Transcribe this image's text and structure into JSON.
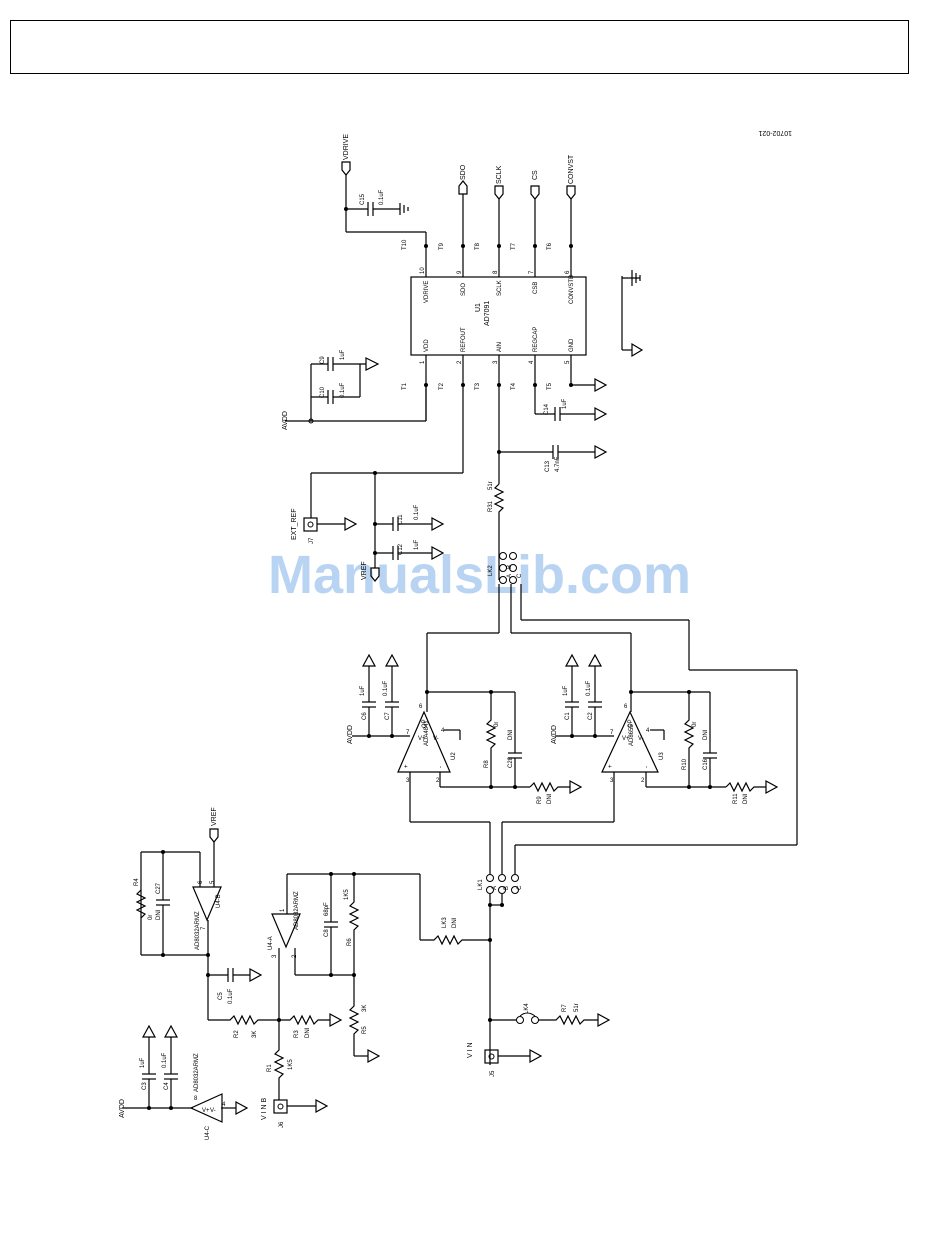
{
  "figure_code": "10702-021",
  "watermark": "ManualsLib.com",
  "u1": {
    "ref": "U1",
    "part": "AD7091",
    "top_pins": [
      {
        "num": "10",
        "name": "VDRIVE",
        "test": "T10"
      },
      {
        "num": "9",
        "name": "SDO",
        "test": "T9"
      },
      {
        "num": "8",
        "name": "SCLK",
        "test": "T8"
      },
      {
        "num": "7",
        "name": "CSB",
        "test": "T7"
      },
      {
        "num": "6",
        "name": "CONVSTB",
        "test": "T6"
      }
    ],
    "bottom_pins": [
      {
        "num": "1",
        "name": "VDD",
        "test": "T1"
      },
      {
        "num": "2",
        "name": "REFOUT",
        "test": "T2"
      },
      {
        "num": "3",
        "name": "AIN",
        "test": "T3"
      },
      {
        "num": "4",
        "name": "REGCAP",
        "test": "T4"
      },
      {
        "num": "5",
        "name": "GND",
        "test": "T5"
      }
    ]
  },
  "nets": {
    "vdrive": "VDRIVE",
    "sdo": "SDO",
    "sclk": "SCLK",
    "cs": "CS",
    "convst": "CONVST",
    "avdd": "AVDD",
    "vref": "VREF",
    "ext_ref": "EXT_REF",
    "vin": "V I N",
    "vinb": "V I N B"
  },
  "components": {
    "c15": {
      "ref": "C15",
      "val": "0.1uF"
    },
    "c9": {
      "ref": "C9",
      "val": "1uF"
    },
    "c10": {
      "ref": "C10",
      "val": "0.1uF"
    },
    "c14": {
      "ref": "C14",
      "val": "1uF"
    },
    "c13": {
      "ref": "C13",
      "val": "4.7nF"
    },
    "r31": {
      "ref": "R31",
      "val": "51r"
    },
    "j7": {
      "ref": "J7"
    },
    "c11": {
      "ref": "C11",
      "val": "0.1uF"
    },
    "c12": {
      "ref": "C12",
      "val": "1uF"
    },
    "lk2": {
      "ref": "LK2",
      "a": "A",
      "b": "B",
      "c": "C"
    },
    "c6": {
      "ref": "C6",
      "val": "1uF"
    },
    "c7": {
      "ref": "C7",
      "val": "0.1uF"
    },
    "u2": {
      "ref": "U2",
      "part": "ADA4841"
    },
    "r8": {
      "ref": "R8",
      "val": "0r"
    },
    "c28": {
      "ref": "C28",
      "val": "DNI"
    },
    "r9": {
      "ref": "R9",
      "val": "DNI"
    },
    "c1": {
      "ref": "C1",
      "val": "1uF"
    },
    "c2": {
      "ref": "C2",
      "val": "0.1uF"
    },
    "u3": {
      "ref": "U3",
      "part": "AD8655"
    },
    "r10": {
      "ref": "R10",
      "val": "0r"
    },
    "c16": {
      "ref": "C16",
      "val": "DNI"
    },
    "r11": {
      "ref": "R11",
      "val": "DNI"
    },
    "r4": {
      "ref": "R4",
      "val": "0r"
    },
    "c27": {
      "ref": "C27",
      "val": "DNI"
    },
    "u4b": {
      "ref": "U4-B",
      "part": "AD8032ARMZ"
    },
    "u4a": {
      "ref": "U4-A",
      "part": "AD8032ARMZ"
    },
    "c8": {
      "ref": "C8",
      "val": "68pF"
    },
    "r6": {
      "ref": "R6",
      "val": "1K5"
    },
    "lk1": {
      "ref": "LK1",
      "a": "A",
      "b": "B",
      "c": "C"
    },
    "lk3": {
      "ref": "LK3",
      "val": "DNI"
    },
    "c5": {
      "ref": "C5",
      "val": "0.1uF"
    },
    "r2": {
      "ref": "R2",
      "val": "3K"
    },
    "r3": {
      "ref": "R3",
      "val": "DNI"
    },
    "r5": {
      "ref": "R5",
      "val": "3K"
    },
    "lk4": {
      "ref": "LK4"
    },
    "r7": {
      "ref": "R7",
      "val": "51r"
    },
    "r1": {
      "ref": "R1",
      "val": "1K5"
    },
    "j5": {
      "ref": "J5"
    },
    "j6": {
      "ref": "J6"
    },
    "c3": {
      "ref": "C3",
      "val": "1uF"
    },
    "c4": {
      "ref": "C4",
      "val": "0.1uF"
    },
    "u4c": {
      "ref": "U4-C",
      "part": "AD8032ARMZ"
    }
  }
}
